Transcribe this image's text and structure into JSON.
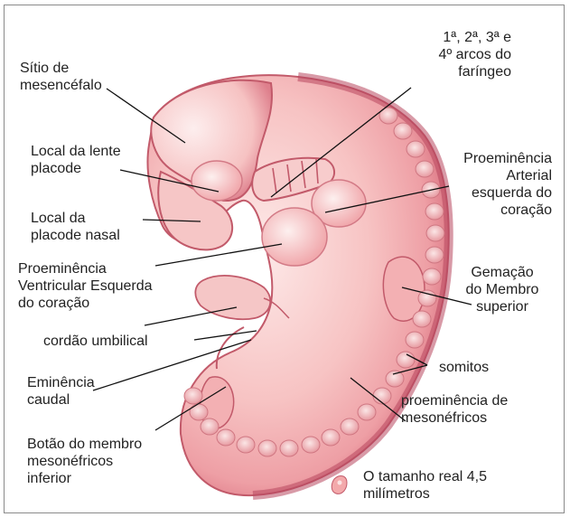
{
  "labels": {
    "mesencephalon": "Sítio de\nmesencéfalo",
    "lens_placode": "Local da lente\nplacode",
    "nasal_placode": "Local da\nplacode nasal",
    "ventricular": "Proeminência\nVentricular Esquerda\ndo coração",
    "umbilical": "cordão umbilical",
    "caudal": "Eminência\ncaudal",
    "lower_limb": "Botão do membro\nmesonéfricos\ninferior",
    "pharyngeal": "1ª, 2ª, 3ª e\n4º arcos do\nfaríngeo",
    "arterial": "Proeminência\nArterial\nesquerda do\ncoração",
    "upper_limb": "Gemação\ndo Membro\nsuperior",
    "somites": "somitos",
    "mesonephric": "proeminência de\nmesonéfricos",
    "size": "O tamanho real 4,5\nmilímetros"
  },
  "colors": {
    "embryo_light": "#fbe3e3",
    "embryo_mid": "#f3a9ab",
    "embryo_dark": "#c25a6a",
    "outline": "#b84d60",
    "leader": "#111111"
  },
  "icons": {
    "size_reference": "tiny-embryo-icon"
  }
}
